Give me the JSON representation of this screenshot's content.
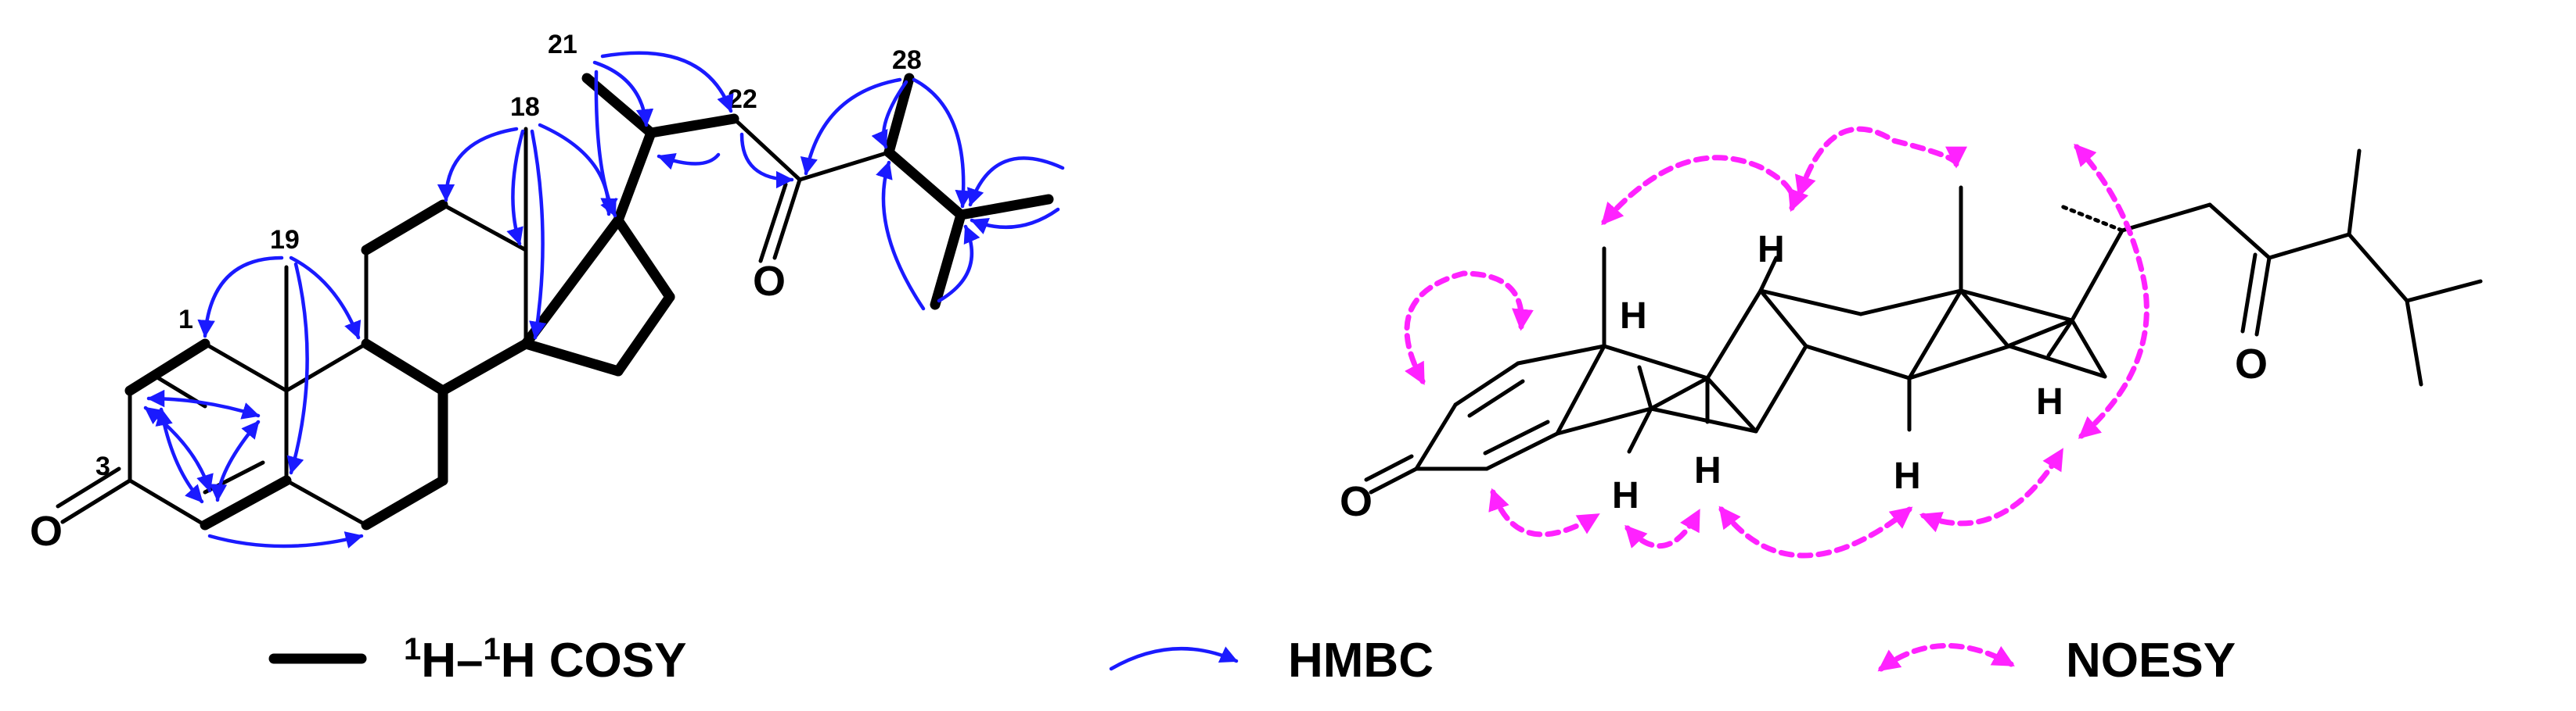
{
  "colors": {
    "cosy": "#000000",
    "hmbc": "#1a1aff",
    "noesy": "#ff22ff"
  },
  "left_structure": {
    "atom_labels": {
      "oxygen_ketone_c3": "O",
      "oxygen_ketone_c23": "O"
    },
    "position_numbers": {
      "c1": "1",
      "c3": "3",
      "c18": "18",
      "c19": "19",
      "c21": "21",
      "c22": "22",
      "c28": "28"
    }
  },
  "right_structure": {
    "atom_labels": {
      "oxygen_ketone_c3": "O",
      "oxygen_ketone_c23": "O",
      "hydrogen": "H"
    }
  },
  "legend": {
    "cosy_label_h1": "H",
    "cosy_label_sup1": "1",
    "cosy_label_dash": "–",
    "cosy_label_h2": "H",
    "cosy_label_sup2": "1",
    "cosy_label_rest": " COSY",
    "hmbc_label": "HMBC",
    "noesy_label": "NOESY"
  }
}
